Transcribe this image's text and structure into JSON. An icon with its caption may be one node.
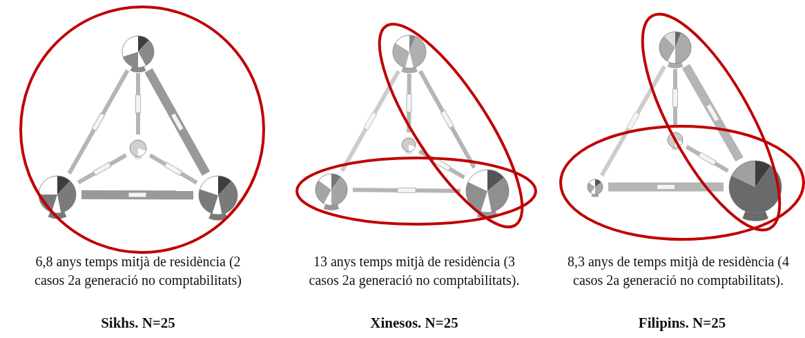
{
  "diagram": {
    "nodes": [
      {
        "text": [],
        "shape": "circle"
      },
      {
        "text": [],
        "shape": "circle"
      },
      {
        "text": [],
        "shape": "circle"
      },
      {
        "text": [],
        "shape": "circle"
      },
      {
        "text": [],
        "shape": "circle"
      },
      {
        "text": [],
        "shape": "circle"
      },
      {
        "text": [],
        "shape": "circle"
      },
      {
        "text": [],
        "shape": "circle"
      },
      {
        "text": [],
        "shape": "circle"
      },
      {
        "text": [],
        "shape": "circle"
      },
      {
        "text": [],
        "shape": "circle"
      },
      {
        "text": [],
        "shape": "circle"
      }
    ],
    "edges": [
      {
        "from": 0,
        "to": 1,
        "arrow": "none"
      },
      {
        "from": 0,
        "to": 2,
        "arrow": "none"
      },
      {
        "from": 0,
        "to": 3,
        "arrow": "none",
        "style": "thick",
        "color": "#999999"
      },
      {
        "from": 1,
        "to": 2,
        "arrow": "none"
      },
      {
        "from": 1,
        "to": 3,
        "arrow": "none"
      },
      {
        "from": 2,
        "to": 3,
        "arrow": "none",
        "style": "thick",
        "color": "#999999"
      },
      {
        "from": 4,
        "to": 5,
        "arrow": "none"
      },
      {
        "from": 4,
        "to": 6,
        "arrow": "none",
        "color": "#cccccc"
      },
      {
        "from": 4,
        "to": 7,
        "arrow": "none"
      },
      {
        "from": 5,
        "to": 7,
        "arrow": "none"
      },
      {
        "from": 6,
        "to": 7,
        "arrow": "none"
      },
      {
        "from": 8,
        "to": 9,
        "arrow": "none"
      },
      {
        "from": 8,
        "to": 10,
        "arrow": "none",
        "color": "#cccccc"
      },
      {
        "from": 8,
        "to": 11,
        "arrow": "none",
        "style": "thick"
      },
      {
        "from": 9,
        "to": 11,
        "arrow": "none"
      },
      {
        "from": 10,
        "to": 11,
        "arrow": "none",
        "style": "thick"
      }
    ],
    "labels": [
      "6,8 anys temps mitjà de residència (2 casos 2a generació no comptabilitats)",
      "Sikhs. N=25",
      "13 anys temps mitjà de residència (3 casos 2a generació no comptabilitats).",
      "Xinesos. N=25",
      "8,3 anys de temps mitjà de residència (4 casos 2a generació no comptabilitats).",
      "Filipins. N=25"
    ]
  }
}
